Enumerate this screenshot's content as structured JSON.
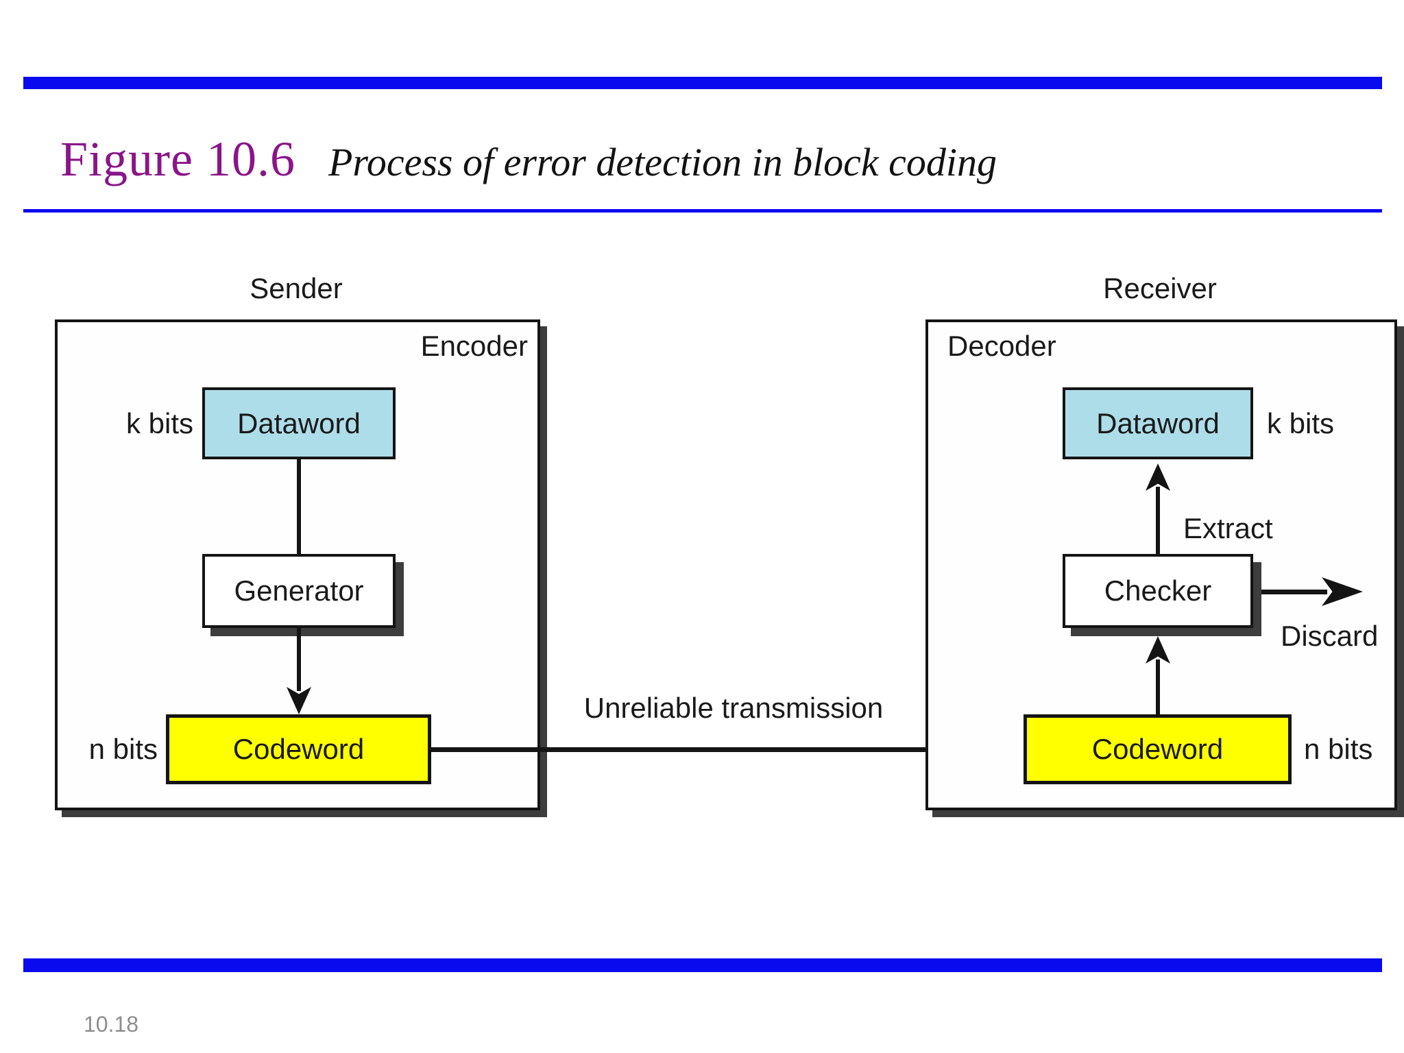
{
  "header": {
    "figure_label": "Figure 10.6",
    "figure_title": "Process of error detection in block coding"
  },
  "diagram": {
    "sender": {
      "title": "Sender",
      "unit_label": "Encoder",
      "dataword_label": "Dataword",
      "dataword_bits": "k bits",
      "generator_label": "Generator",
      "codeword_label": "Codeword",
      "codeword_bits": "n bits"
    },
    "receiver": {
      "title": "Receiver",
      "unit_label": "Decoder",
      "dataword_label": "Dataword",
      "dataword_bits": "k bits",
      "checker_label": "Checker",
      "codeword_label": "Codeword",
      "codeword_bits": "n bits",
      "extract_label": "Extract",
      "discard_label": "Discard"
    },
    "transmission_label": "Unreliable transmission"
  },
  "footer": {
    "page_number": "10.18"
  },
  "colors": {
    "accent_blue": "#0a0aee",
    "title_purple": "#8a1589",
    "dataword_blue": "#aeddea",
    "codeword_yellow": "#ffff00",
    "shadow_gray": "#3d3d3d"
  }
}
